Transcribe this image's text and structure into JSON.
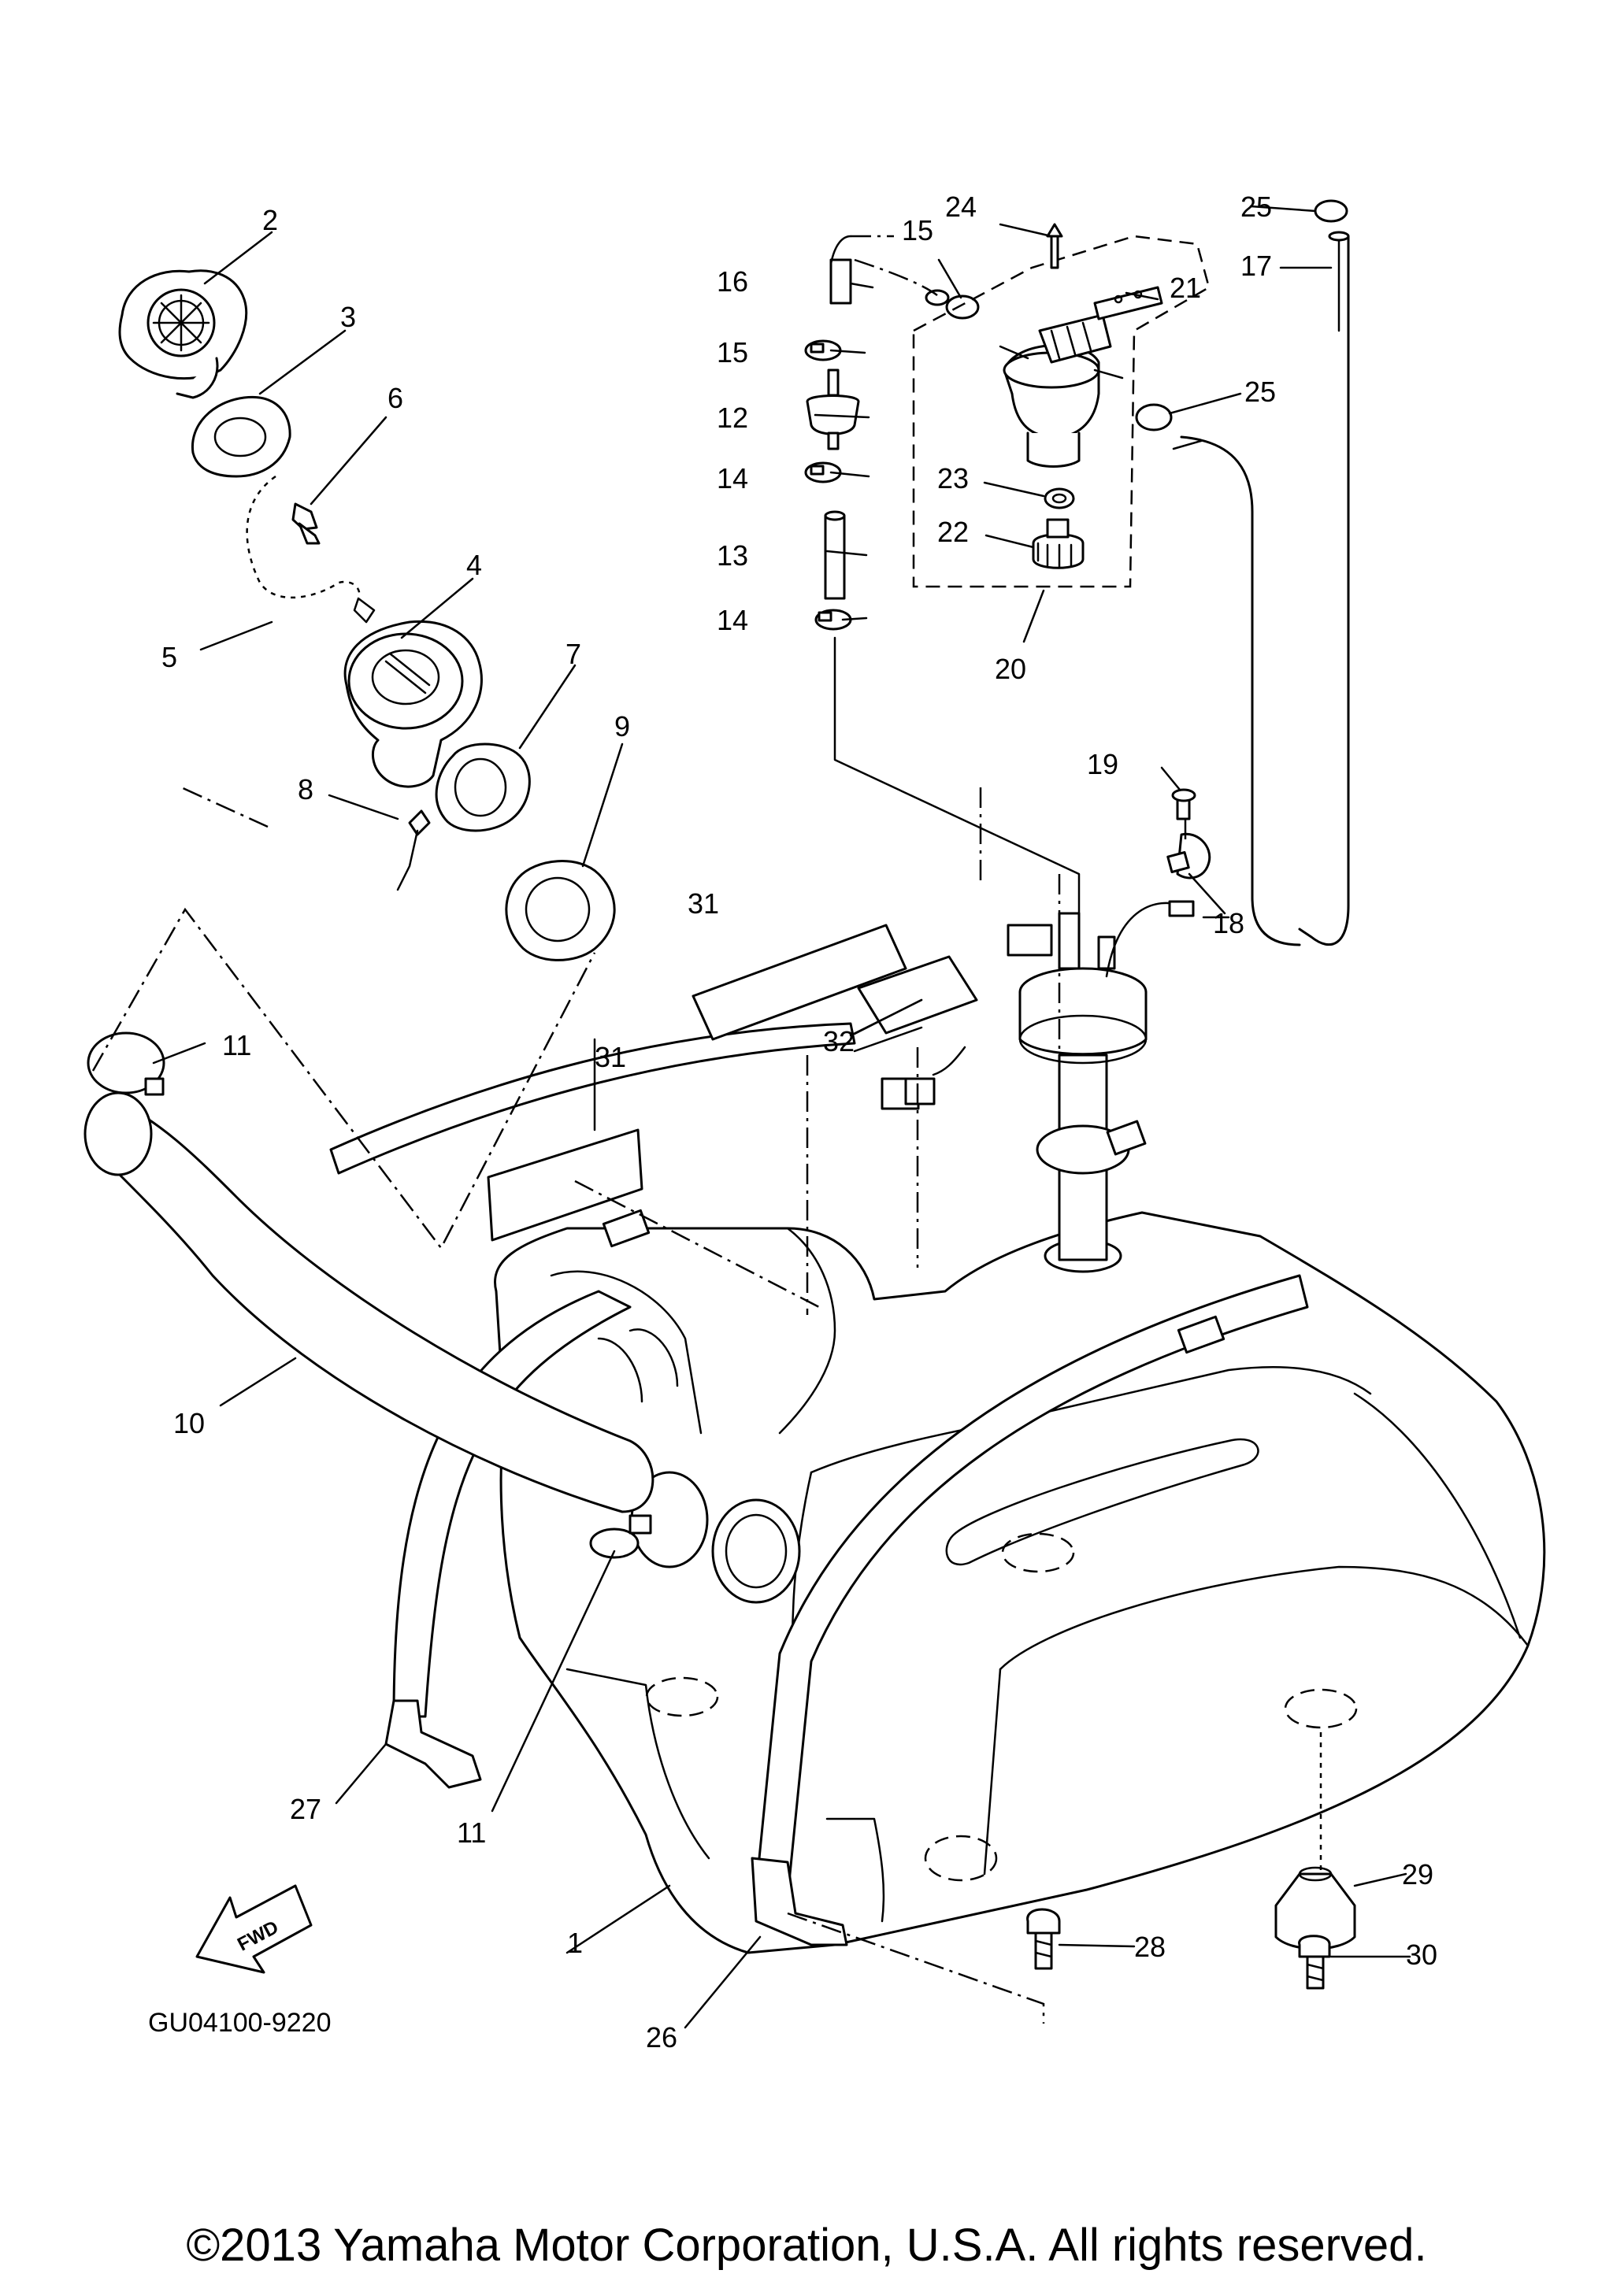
{
  "diagram": {
    "code": "GU04100-9220",
    "fwd": "FWD",
    "callouts": [
      "1",
      "2",
      "3",
      "4",
      "5",
      "6",
      "7",
      "8",
      "9",
      "10",
      "11",
      "11",
      "12",
      "13",
      "14",
      "14",
      "15",
      "15",
      "16",
      "17",
      "18",
      "19",
      "20",
      "21",
      "22",
      "23",
      "24",
      "25",
      "25",
      "26",
      "27",
      "28",
      "29",
      "30",
      "31",
      "31",
      "32"
    ]
  },
  "footer": {
    "copyright": "©2013 Yamaha Motor Corporation, U.S.A. All rights reserved."
  }
}
